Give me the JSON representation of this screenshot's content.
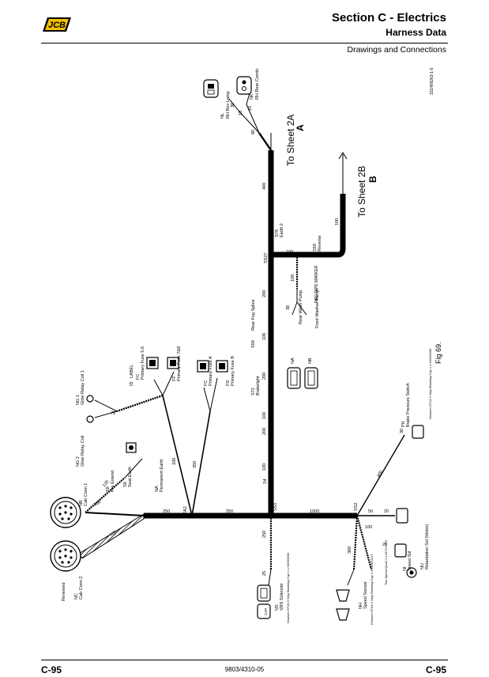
{
  "header": {
    "logo_text": "JCB",
    "title": "Section C - Electrics",
    "subtitle": "Harness Data",
    "subheading": "Drawings and Connections"
  },
  "footer": {
    "page_left": "C-95",
    "doc_number": "9803/4310-05",
    "page_right": "C-95"
  },
  "diagram": {
    "figure_label": "Fig 69.",
    "image_ref": "332/W8263-1-5",
    "sheet_a": {
      "text": "To Sheet 2A",
      "letter": "A"
    },
    "sheet_b": {
      "text": "To Sheet 2B",
      "letter": "B"
    },
    "splices": [
      "SS27",
      "SS1",
      "SS2",
      "FA2"
    ],
    "length_labels": [
      "400",
      "100",
      "100",
      "200",
      "100",
      "100",
      "200",
      "100",
      "200",
      "100",
      "1000",
      "250",
      "250",
      "200",
      "100",
      "120",
      "350",
      "330",
      "250",
      "400",
      "100",
      "300",
      "20",
      "50",
      "30",
      "30",
      "20",
      "25",
      "15",
      "10",
      "30",
      "80",
      "75"
    ],
    "components": [
      {
        "code": "NL",
        "name": "RH Rev Lamp"
      },
      {
        "code": "NK",
        "name": "RH Rear Combi"
      },
      {
        "code": "S78",
        "name": "Earth 2"
      },
      {
        "code": "S59",
        "name": "Reverse"
      },
      {
        "code": "",
        "name": "RED TAPE MARKER"
      },
      {
        "code": "S59",
        "name": "Rear Fog Splice"
      },
      {
        "code": "NA",
        "name": "Rear Wash Pump"
      },
      {
        "code": "NB",
        "name": "Front Washer Pump"
      },
      {
        "code": "S72",
        "name": "Brakelight"
      },
      {
        "code": "S4",
        "name": ""
      },
      {
        "code": "NG 1",
        "name": "Glow Relay Coil 1"
      },
      {
        "code": "ID",
        "name": "LABEL"
      },
      {
        "code": "FC",
        "name": "Primary Fuse 5,6"
      },
      {
        "code": "FF",
        "name": "Primary Fuse 7&8"
      },
      {
        "code": "FC",
        "name": "Primary Fuse A"
      },
      {
        "code": "FD",
        "name": "Primary Fuse B"
      },
      {
        "code": "NG 2",
        "name": "Glow Relay Coil"
      },
      {
        "code": "NA",
        "name": "Permanent Earth"
      },
      {
        "code": "SK",
        "name": "Seat Earth"
      },
      {
        "code": "S9",
        "name": "Pre Extend"
      },
      {
        "code": "NB",
        "name": "Cab Conn 1"
      },
      {
        "code": "NC",
        "name": "Cab Conn 2"
      },
      {
        "code": "",
        "name": "Reversed"
      },
      {
        "code": "NS",
        "name": "SRS Solenoid"
      },
      {
        "code": "NH",
        "name": "Speed Sensor"
      },
      {
        "code": "NI",
        "name": "Speed Sol"
      },
      {
        "code": "NU",
        "name": "Retardation Sol (Motor)"
      },
      {
        "code": "PH",
        "name": "Brake Pressure Switch"
      }
    ],
    "part_notes": [
      "Deutsch DT04 3 Way Blanking Cap 1 x 332/00000",
      "Deutsch DT04 3 Way Blanking Cap 1 x 332/F0217",
      "Two Speed Quad 1 x 817/17276",
      "Deutsch DT04 2 Way Blanking Cap 1 x 332/00000"
    ],
    "cap_label": "CAP"
  }
}
